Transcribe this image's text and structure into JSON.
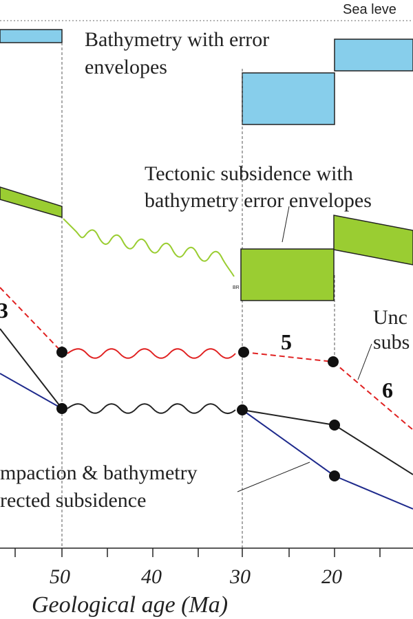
{
  "labels": {
    "sea_level": "Sea leve",
    "bathymetry_line1": "Bathymetry with error",
    "bathymetry_line2": "envelopes",
    "tectonic_line1": "Tectonic subsidence with",
    "tectonic_line2": "bathymetry error envelopes",
    "uncorrected_line1": "Unc",
    "uncorrected_line2": "subs",
    "compaction_line1": "mpaction & bathymetry",
    "compaction_line2": "rected subsidence",
    "small_mark": "BR"
  },
  "segment_numbers": [
    "3",
    "5",
    "6"
  ],
  "axis": {
    "xlabel": "Geological age (Ma)",
    "ticks": [
      "50",
      "40",
      "30",
      "20"
    ]
  },
  "colors": {
    "bathymetry": "#87ceeb",
    "tectonic": "#9acd32",
    "tectonic_wavy": "#9acd32",
    "uncorrected": "#e02020",
    "corrected_black": "#222222",
    "corrected_blue": "#1e2a8c"
  }
}
